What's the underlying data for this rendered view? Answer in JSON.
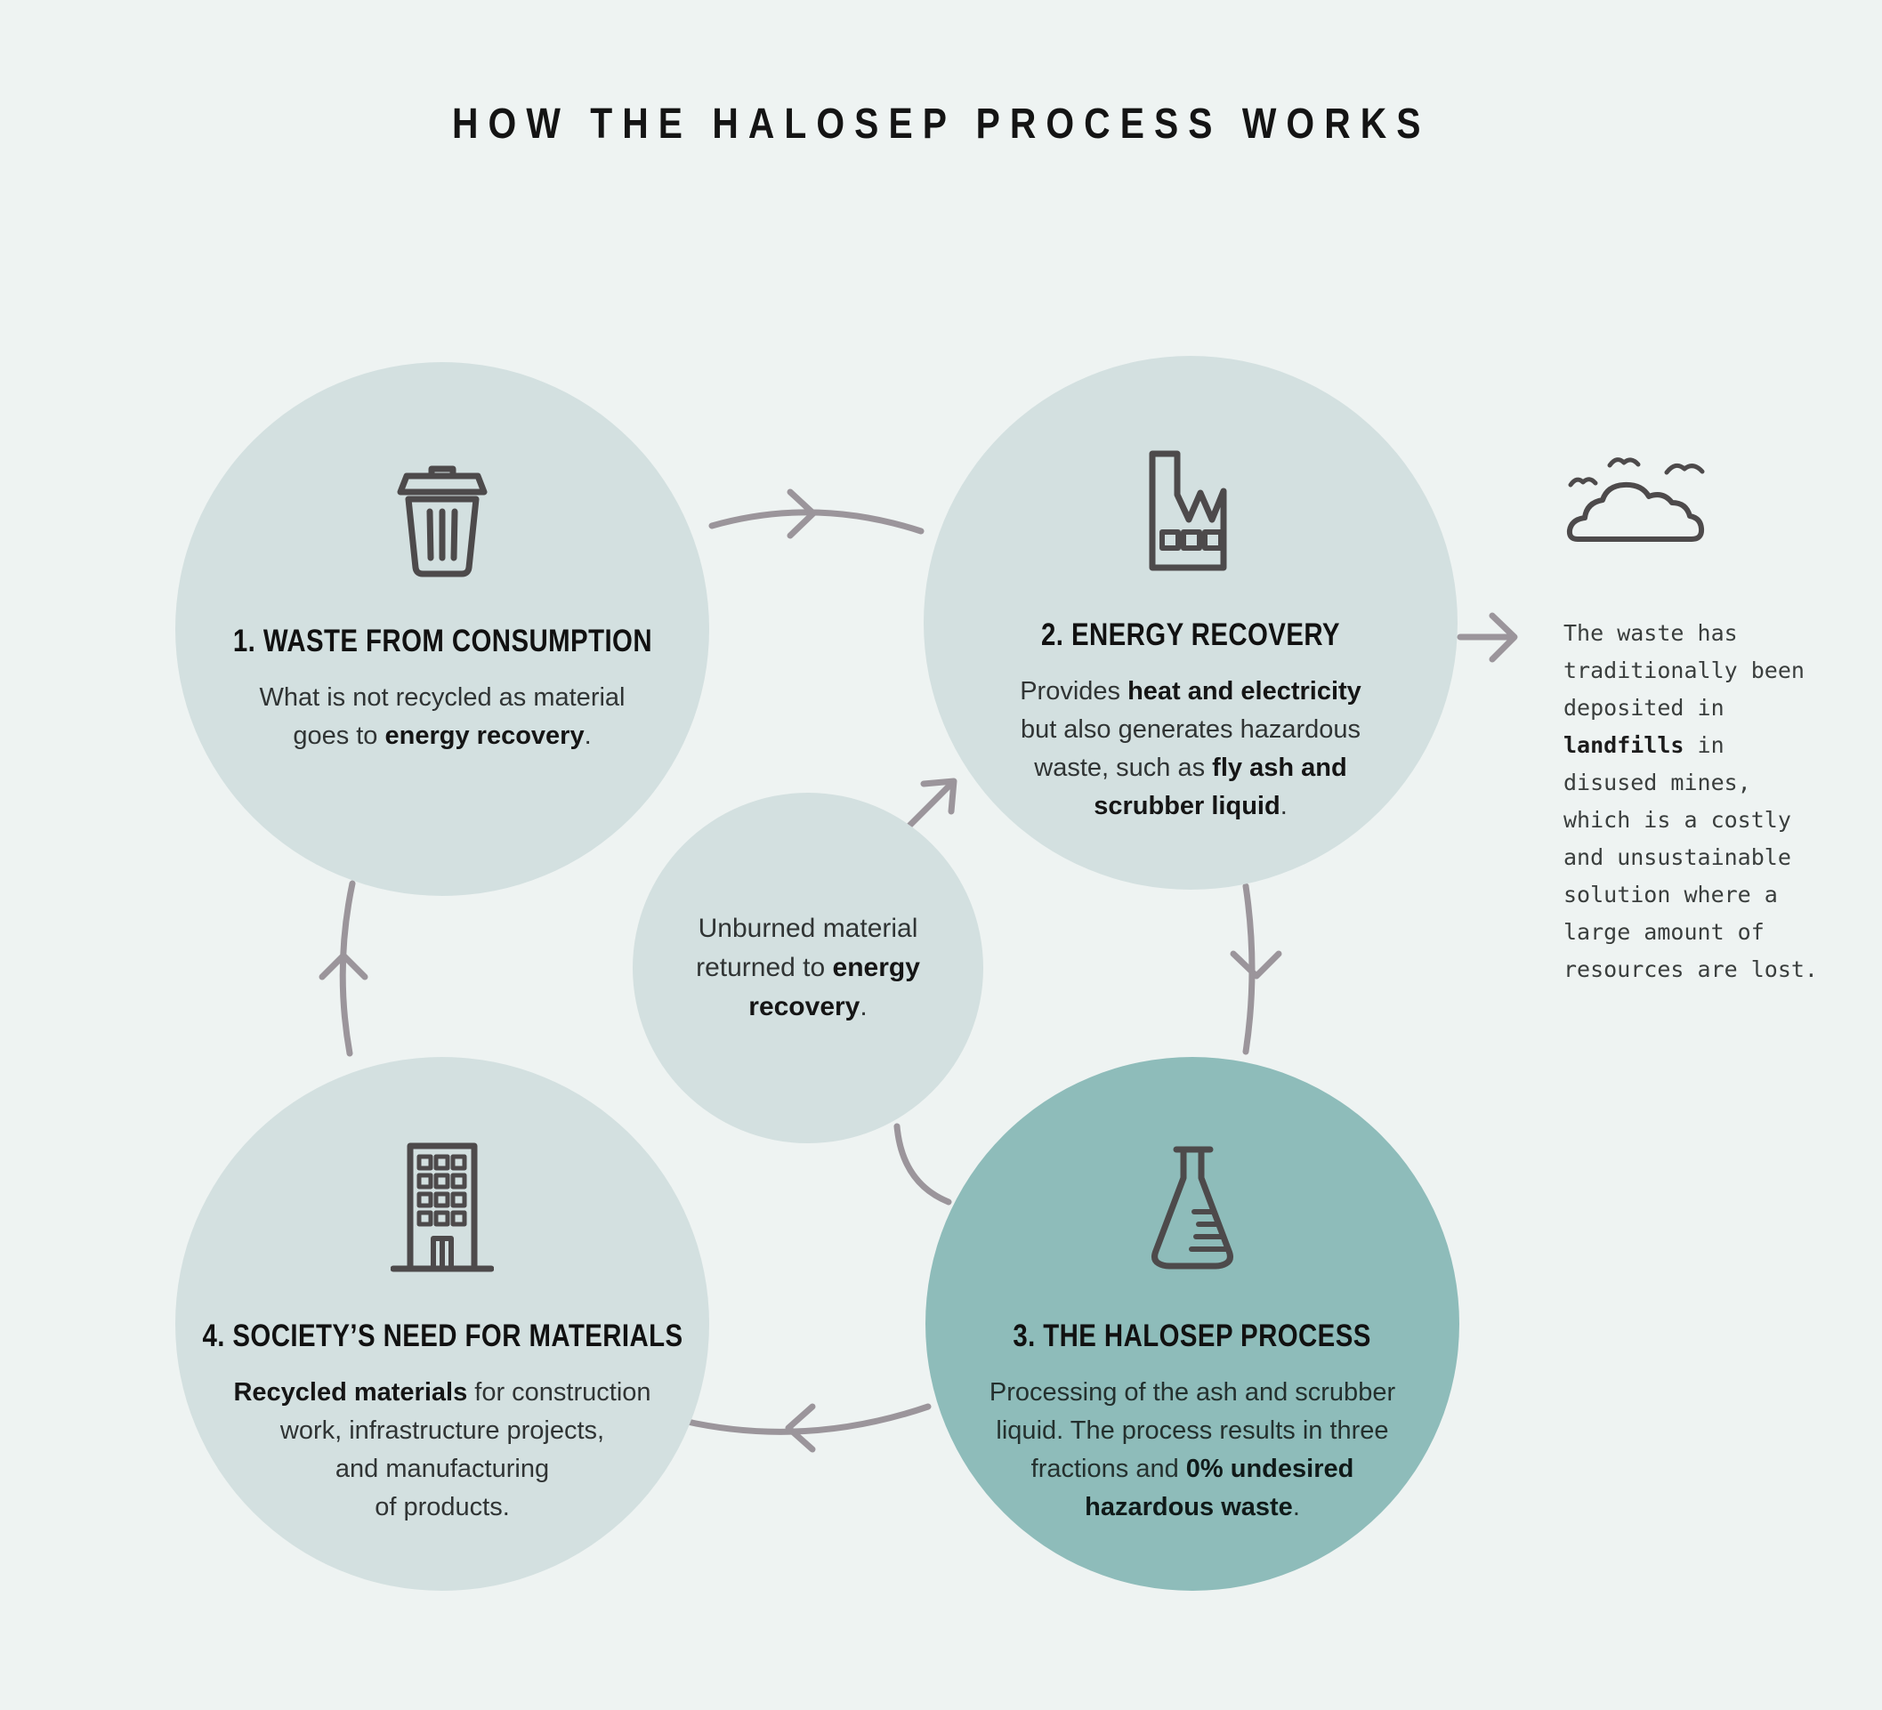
{
  "title": "HOW THE HALOSEP PROCESS WORKS",
  "colors": {
    "background": "#eef3f2",
    "circle_light": "#d3e0e0",
    "circle_accent": "#8ebcba",
    "arrow_grey": "#9b959b",
    "icon_grey": "#4d4a4b",
    "heading_text": "#111111",
    "body_text": "#303434"
  },
  "steps": [
    {
      "heading": "1. WASTE FROM CONSUMPTION",
      "icon": "trash-icon",
      "body": [
        [
          {
            "t": "What is not recycled as material"
          }
        ],
        [
          {
            "t": "goes to "
          },
          {
            "t": "energy recovery",
            "b": true
          },
          {
            "t": "."
          }
        ]
      ]
    },
    {
      "heading": "2. ENERGY RECOVERY",
      "icon": "factory-icon",
      "body": [
        [
          {
            "t": "Provides "
          },
          {
            "t": "heat and electricity",
            "b": true
          }
        ],
        [
          {
            "t": "but also generates hazardous"
          }
        ],
        [
          {
            "t": "waste, such as "
          },
          {
            "t": "fly ash and",
            "b": true
          }
        ],
        [
          {
            "t": "scrubber liquid",
            "b": true
          },
          {
            "t": "."
          }
        ]
      ]
    },
    {
      "heading": "3. THE HALOSEP PROCESS",
      "icon": "flask-icon",
      "body": [
        [
          {
            "t": "Processing of the ash and scrubber"
          }
        ],
        [
          {
            "t": "liquid. The process results in three"
          }
        ],
        [
          {
            "t": "fractions and "
          },
          {
            "t": "0% undesired",
            "b": true
          }
        ],
        [
          {
            "t": "hazardous waste",
            "b": true
          },
          {
            "t": "."
          }
        ]
      ]
    },
    {
      "heading": "4. SOCIETY’S NEED FOR MATERIALS",
      "icon": "building-icon",
      "body": [
        [
          {
            "t": "Recycled materials",
            "b": true
          },
          {
            "t": " for construction"
          }
        ],
        [
          {
            "t": "work, infrastructure projects,"
          }
        ],
        [
          {
            "t": "and manufacturing"
          }
        ],
        [
          {
            "t": "of products."
          }
        ]
      ]
    }
  ],
  "center_note": {
    "body": [
      [
        {
          "t": "Unburned material"
        }
      ],
      [
        {
          "t": "returned to "
        },
        {
          "t": "energy",
          "b": true
        }
      ],
      [
        {
          "t": "recovery",
          "b": true
        },
        {
          "t": "."
        }
      ]
    ]
  },
  "side_note": {
    "icon": "cloud-birds-icon",
    "body": [
      [
        {
          "t": "The waste has"
        }
      ],
      [
        {
          "t": "traditionally been"
        }
      ],
      [
        {
          "t": "deposited in"
        }
      ],
      [
        {
          "t": "landfills",
          "b": true
        },
        {
          "t": " in"
        }
      ],
      [
        {
          "t": "disused mines,"
        }
      ],
      [
        {
          "t": "which is a costly"
        }
      ],
      [
        {
          "t": "and unsustainable"
        }
      ],
      [
        {
          "t": "solution where a"
        }
      ],
      [
        {
          "t": "large amount of"
        }
      ],
      [
        {
          "t": "resources are lost."
        }
      ]
    ]
  }
}
